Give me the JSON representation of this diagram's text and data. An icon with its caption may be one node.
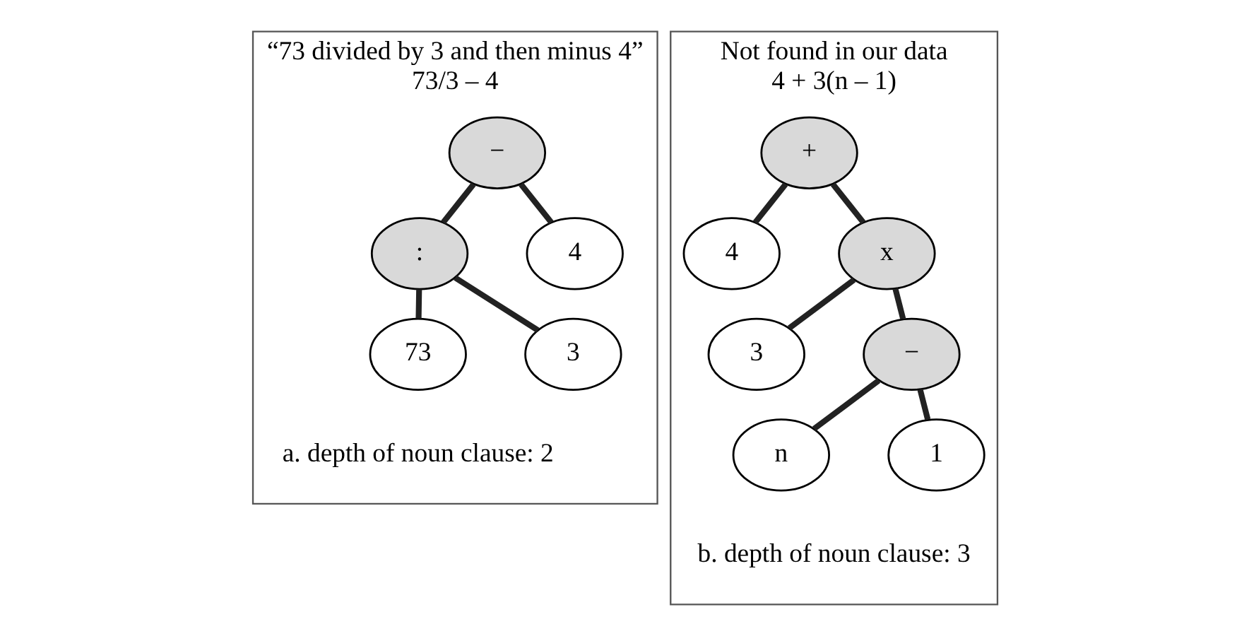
{
  "diagram": {
    "nodes": [
      {
        "text": [
          "“73 divided by 3 and then minus 4”",
          "73/3 – 4"
        ]
      },
      {
        "text": [
          "−"
        ],
        "in": 0
      },
      {
        "text": [
          ":"
        ],
        "in": 0
      },
      {
        "text": [
          "4"
        ],
        "in": 0
      },
      {
        "text": [
          "73"
        ],
        "in": 0
      },
      {
        "text": [
          "3"
        ],
        "in": 0
      },
      {
        "text": [
          "Not found in our data",
          "4 + 3(n – 1)"
        ]
      },
      {
        "text": [
          "+"
        ],
        "in": 6
      },
      {
        "text": [
          "4"
        ],
        "in": 6
      },
      {
        "text": [
          "x"
        ],
        "in": 6
      },
      {
        "text": [
          "3"
        ],
        "in": 6
      },
      {
        "text": [
          "−"
        ],
        "in": 6
      },
      {
        "text": [
          "n"
        ],
        "in": 6
      },
      {
        "text": [
          "1"
        ],
        "in": 6
      }
    ],
    "edges": [
      {
        "from": 1,
        "to": 2,
        "arrow": "none"
      },
      {
        "from": 1,
        "to": 3,
        "arrow": "none"
      },
      {
        "from": 2,
        "to": 4,
        "arrow": "none"
      },
      {
        "from": 2,
        "to": 5,
        "arrow": "none"
      },
      {
        "from": 7,
        "to": 8,
        "arrow": "none"
      },
      {
        "from": 7,
        "to": 9,
        "arrow": "none"
      },
      {
        "from": 9,
        "to": 10,
        "arrow": "none"
      },
      {
        "from": 9,
        "to": 11,
        "arrow": "none"
      },
      {
        "from": 11,
        "to": 12,
        "arrow": "none"
      },
      {
        "from": 11,
        "to": 13,
        "arrow": "none"
      }
    ],
    "labels": [
      "a. depth of noun clause: 2",
      "b. depth of noun clause: 3"
    ]
  }
}
